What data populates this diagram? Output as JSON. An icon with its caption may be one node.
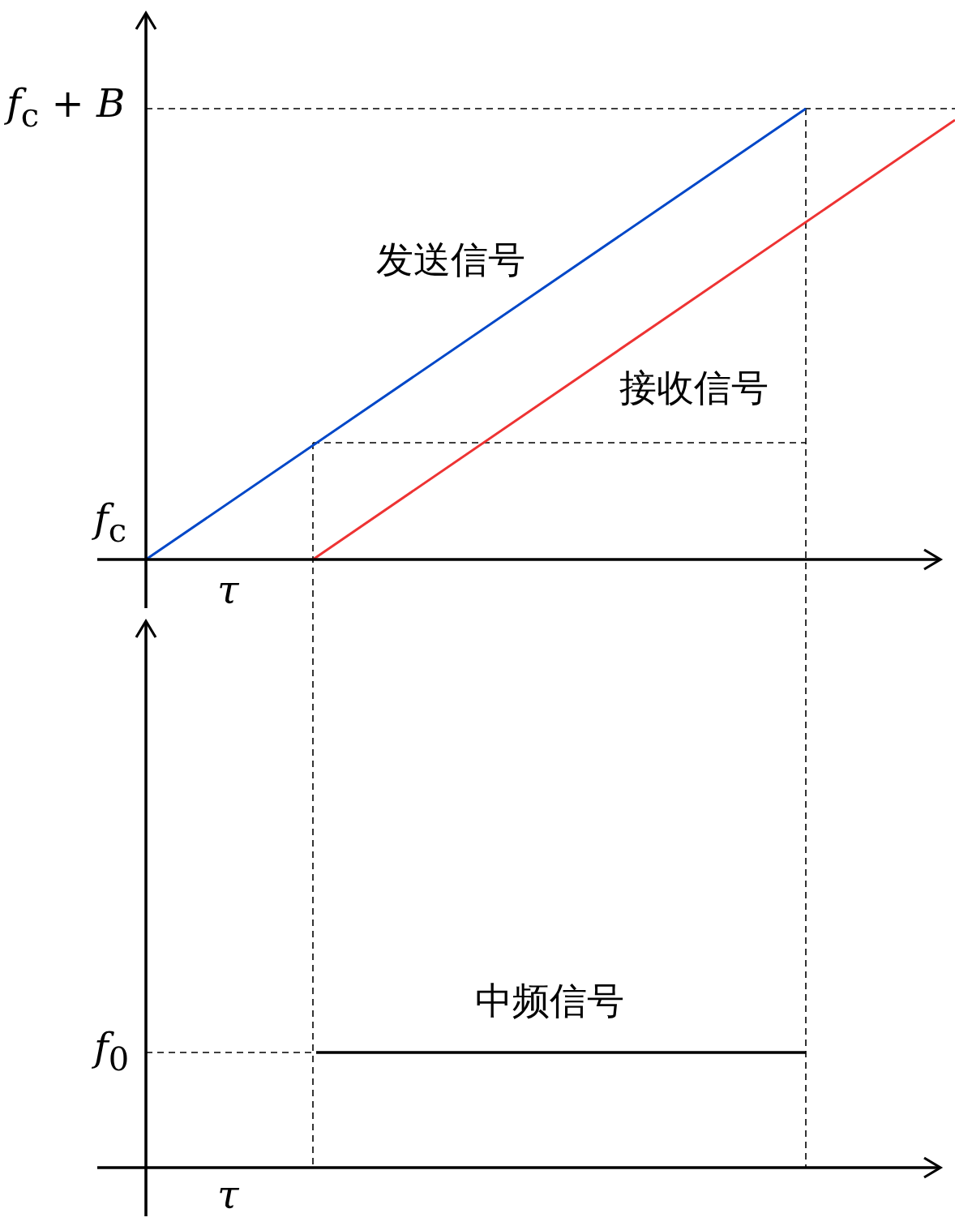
{
  "diagram": {
    "labels": [
      "*f*$_{c}$ + *B*",
      "发送信号",
      "接收信号",
      "*f*$_{c}$",
      "τ",
      "中频信号",
      "*f*$_{0}$",
      "τ"
    ]
  }
}
